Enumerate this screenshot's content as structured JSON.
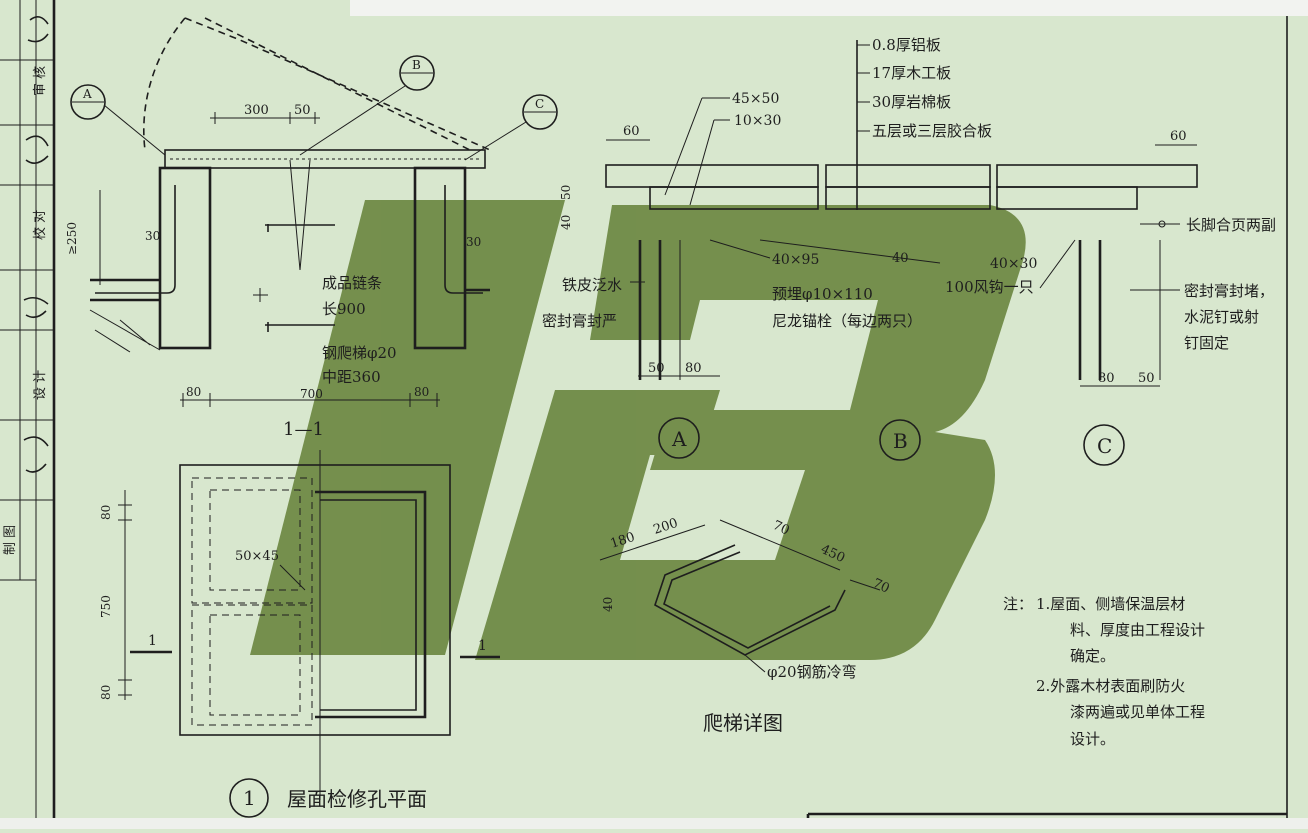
{
  "colors": {
    "paper": "#d8e7ce",
    "ink": "#1e1e1e",
    "watermark": "#4f6e1c"
  },
  "labels": {
    "sec_A": "A",
    "sec_B": "B",
    "sec_C": "C",
    "dim_300": "300",
    "dim_50": "50",
    "dim_250": "≥250",
    "dim_30a": "30",
    "dim_30b": "30",
    "dim_80a": "80",
    "dim_700": "700",
    "dim_80b": "80",
    "chain": "成品链条",
    "chain_len": "长900",
    "ladder1": "钢爬梯φ20",
    "ladder2": "中距360",
    "sec11": "1—1",
    "plan_dim_80t": "80",
    "plan_dim_750": "750",
    "plan_dim_80b": "80",
    "plan_50x45": "50×45",
    "plan_cut_l": "1",
    "plan_cut_r": "1",
    "plan_title_no": "1",
    "plan_title": "屋面检修孔平面",
    "layer1": "0.8厚铝板",
    "layer2": "17厚木工板",
    "layer3": "30厚岩棉板",
    "layer4": "五层或三层胶合板",
    "d45x50": "45×50",
    "d10x30": "10×30",
    "d60a": "60",
    "d60b": "60",
    "d50": "50",
    "d40": "40",
    "d40x95": "40×95",
    "d40mid": "40",
    "d40x30": "40×30",
    "tinpi": "铁皮泛水",
    "seal": "密封膏封严",
    "anchor1": "预埋φ10×110",
    "anchor2": "尼龙锚栓（每边两只）",
    "hook": "100风钩一只",
    "hinge": "长脚合页两副",
    "seal_c1": "密封膏封堵，",
    "seal_c2": "水泥钉或射",
    "seal_c3": "钉固定",
    "d50b": "50",
    "d80b": "80",
    "d80c": "80",
    "d50c": "50",
    "circA": "A",
    "circB": "B",
    "circC": "C",
    "lad_180": "180",
    "lad_200": "200",
    "lad_70a": "70",
    "lad_450": "450",
    "lad_70b": "70",
    "lad_40": "40",
    "lad_bar": "φ20钢筋冷弯",
    "lad_title": "爬梯详图",
    "note_head": "注：",
    "note1a": "1.屋面、侧墙保温层材",
    "note1b": "料、厚度由工程设计",
    "note1c": "确定。",
    "note2a": "2.外露木材表面刷防火",
    "note2b": "漆两遍或见单体工程",
    "note2c": "设计。",
    "tb1": "审 核",
    "tb2": "校 对",
    "tb3": "设 计",
    "tb4": "制 图"
  }
}
